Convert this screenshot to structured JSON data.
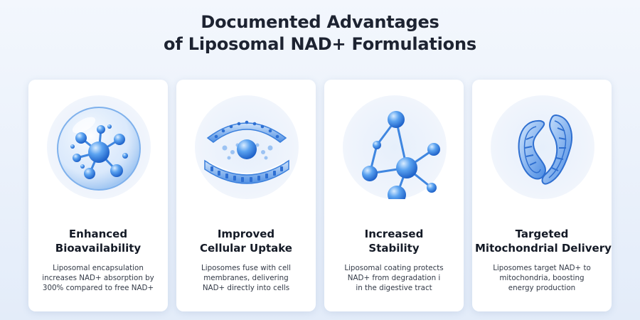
{
  "title": {
    "line1": "Documented Advantages",
    "line2": "of Liposomal NAD+ Formulations"
  },
  "cards": [
    {
      "icon": "liposome-molecule-icon",
      "title_lines": [
        "Enhanced",
        "Bioavailability"
      ],
      "desc_lines": [
        "Liposomal encapsulation",
        "increases NAD+ absorption by",
        "300% compared to free NAD+"
      ]
    },
    {
      "icon": "cell-membrane-icon",
      "title_lines": [
        "Improved",
        "Cellular Uptake"
      ],
      "desc_lines": [
        "Liposomes fuse with cell",
        "membranes, delivering",
        "NAD+ directly into cells"
      ]
    },
    {
      "icon": "molecule-network-icon",
      "title_lines": [
        "Increased",
        "Stability"
      ],
      "desc_lines": [
        "Liposomal coating protects",
        "NAD+ from degradation i",
        "in the digestive tract"
      ]
    },
    {
      "icon": "mitochondria-icon",
      "title_lines": [
        "Targeted",
        "Mitochondrial Delivery"
      ],
      "desc_lines": [
        "Liposomes target NAD+ to",
        "mitochondria, boosting",
        "energy production"
      ]
    }
  ],
  "colors": {
    "accent_blue": "#3d8ae8",
    "title_text": "#1d2331",
    "background": "#eaf1fb"
  }
}
